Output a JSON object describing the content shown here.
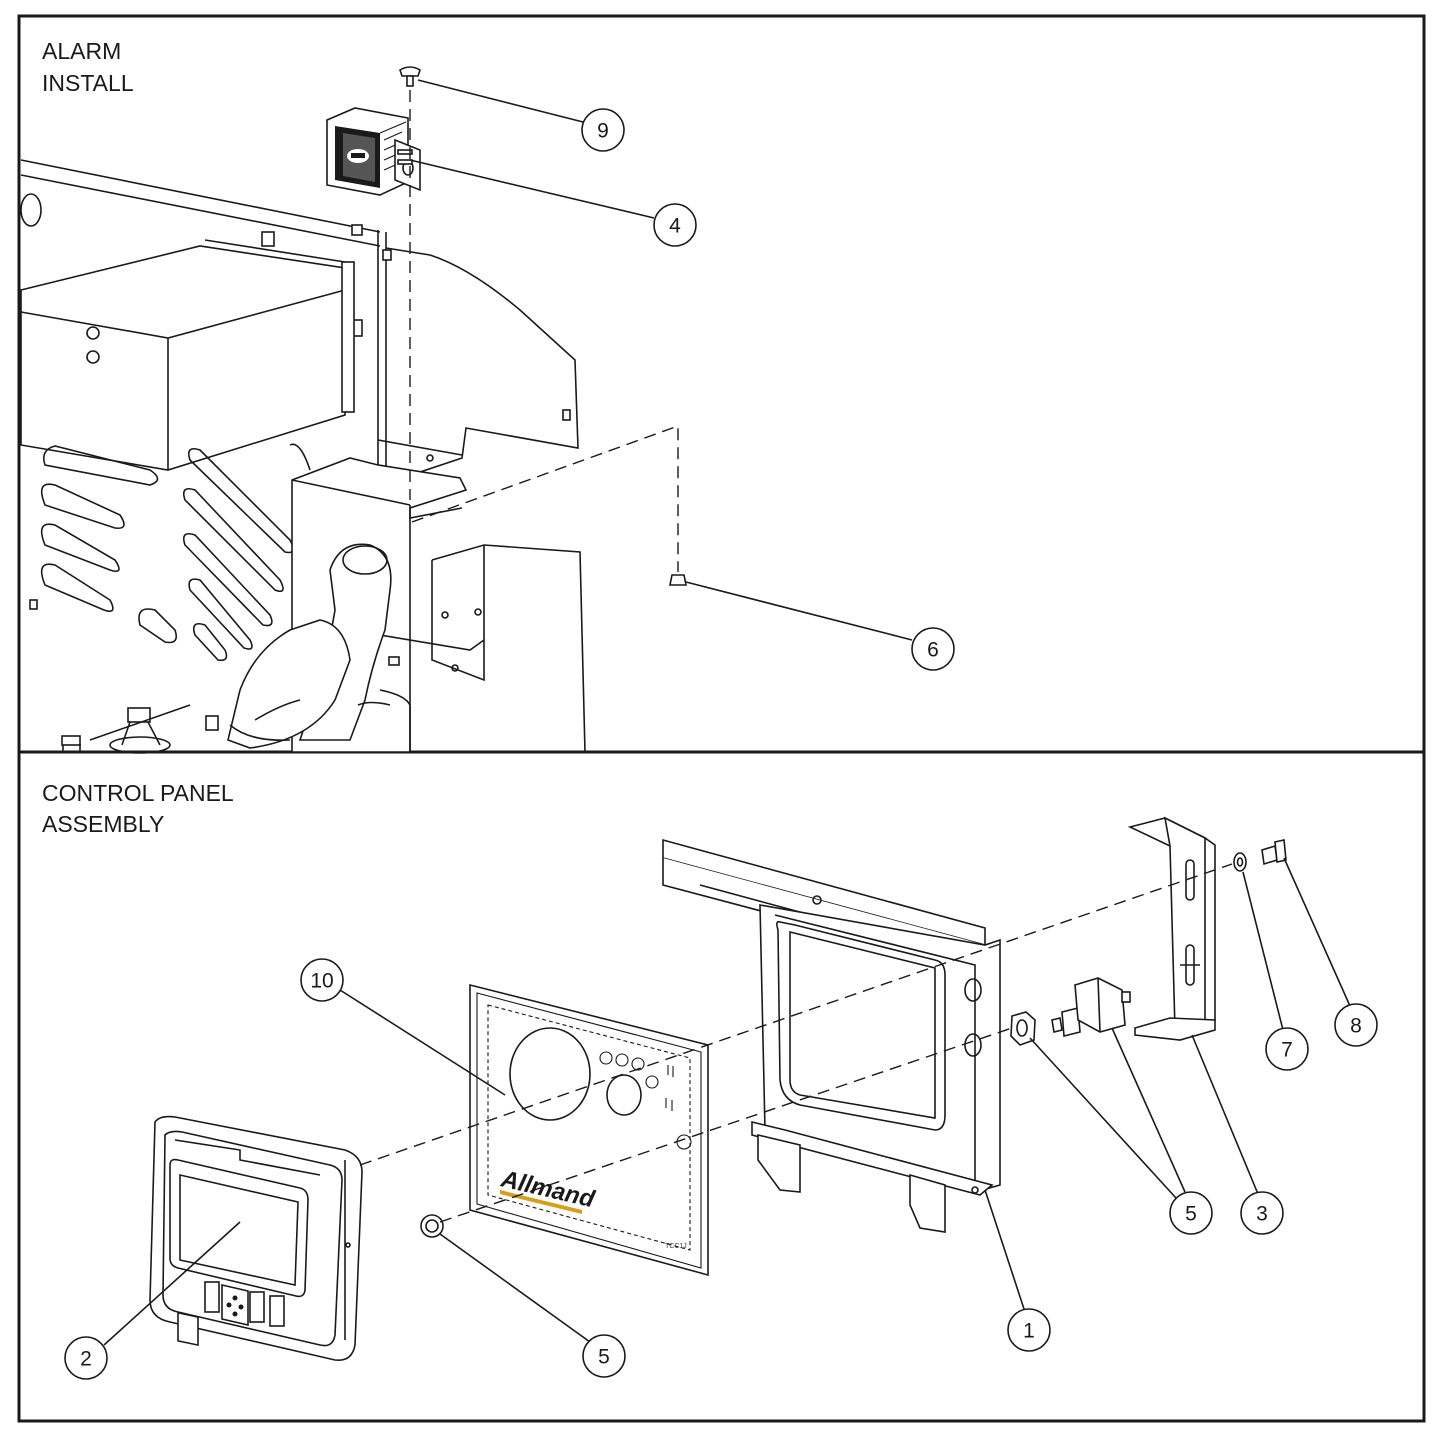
{
  "panels": {
    "alarm": {
      "title_line1": "ALARM",
      "title_line2": "INSTALL"
    },
    "control": {
      "title_line1": "CONTROL PANEL",
      "title_line2": "ASSEMBLY"
    }
  },
  "callouts": {
    "c9": "9",
    "c4": "4",
    "c6": "6",
    "c10": "10",
    "c2": "2",
    "c5a": "5",
    "c5b": "5",
    "c1": "1",
    "c3": "3",
    "c7": "7",
    "c8": "8"
  },
  "brand": {
    "logo_text": "Allmand",
    "part_code": "TCC1J"
  },
  "colors": {
    "ink": "#1a1a1a",
    "brand_stripe": "#d4a017",
    "background": "#ffffff"
  }
}
